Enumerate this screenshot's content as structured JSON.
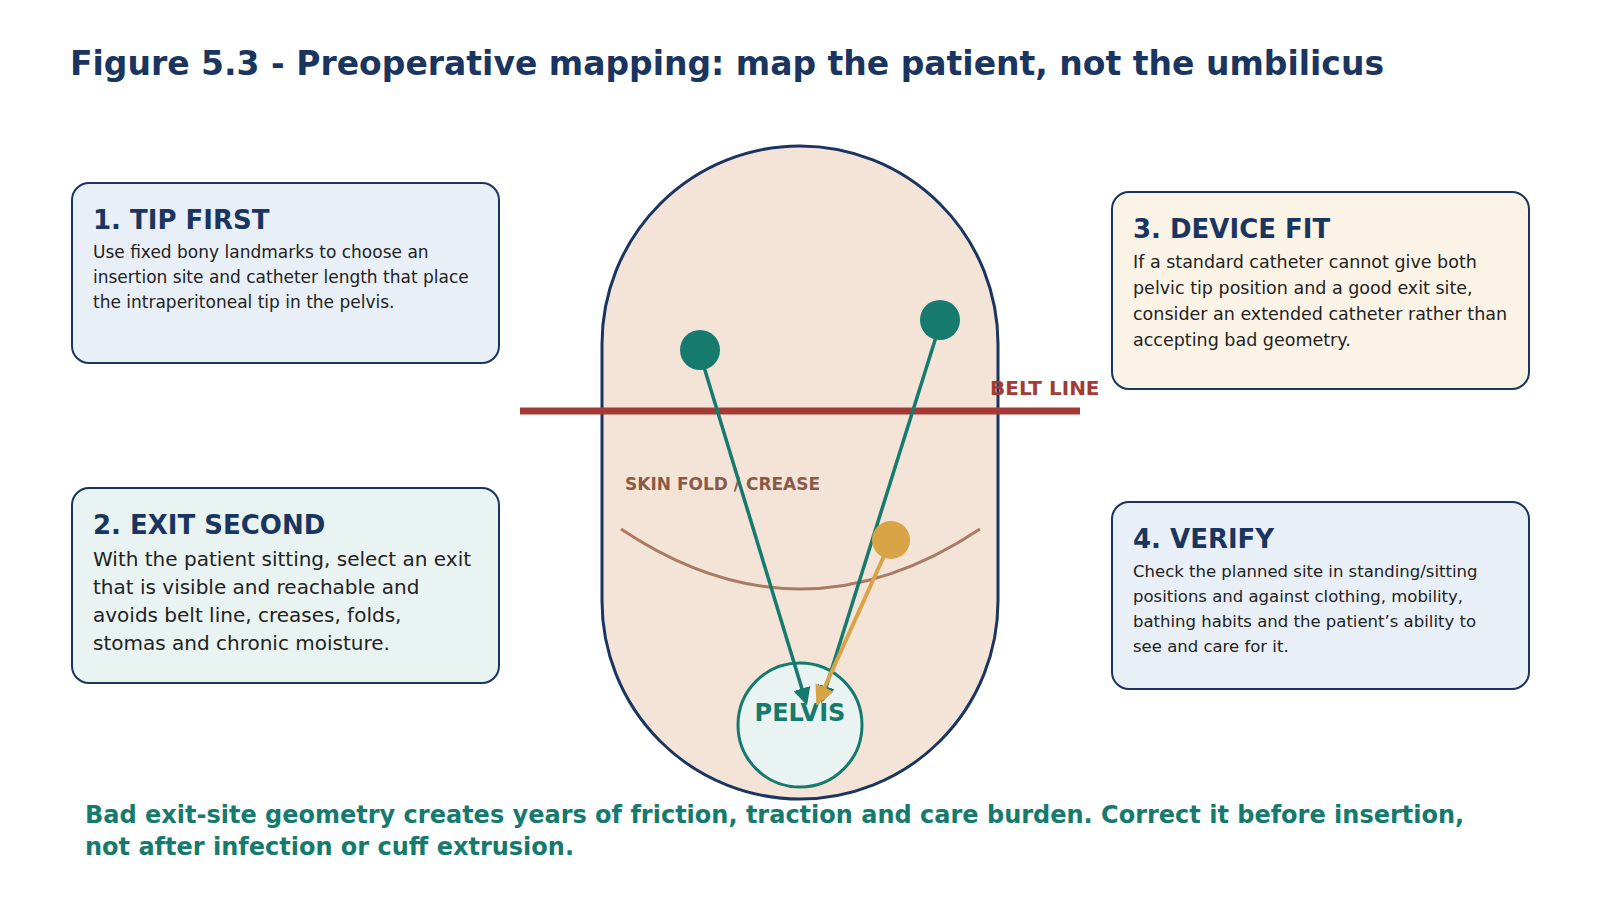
{
  "diagram": {
    "title": "Figure 5.3 - Preoperative mapping: map the patient, not the umbilicus",
    "caption": "Bad exit-site geometry creates years of friction, traction and care burden. Correct it before insertion, not after infection or cuff extrusion.",
    "nodes": [
      {
        "text": [
          "1. TIP FIRST",
          "Use fixed bony landmarks to choose an insertion site and catheter length that place the intraperitoneal tip in the pelvis."
        ]
      },
      {
        "text": [
          "2. EXIT SECOND",
          "With the patient sitting, select an exit that is visible and reachable and avoids belt line, creases, folds, stomas and chronic moisture."
        ]
      },
      {
        "text": [
          "PELVIS"
        ]
      },
      {
        "text": [
          "3. DEVICE FIT",
          "If a standard catheter cannot give both pelvic tip position and a good exit site, consider an extended catheter rather than accepting bad geometry."
        ]
      },
      {
        "text": [
          "4. VERIFY",
          "Check the planned site in standing/sitting positions and against clothing, mobility, bathing habits and the patient’s ability to see and care for it."
        ]
      }
    ],
    "labels": [
      "BELT LINE",
      "SKIN FOLD / CREASE"
    ]
  }
}
